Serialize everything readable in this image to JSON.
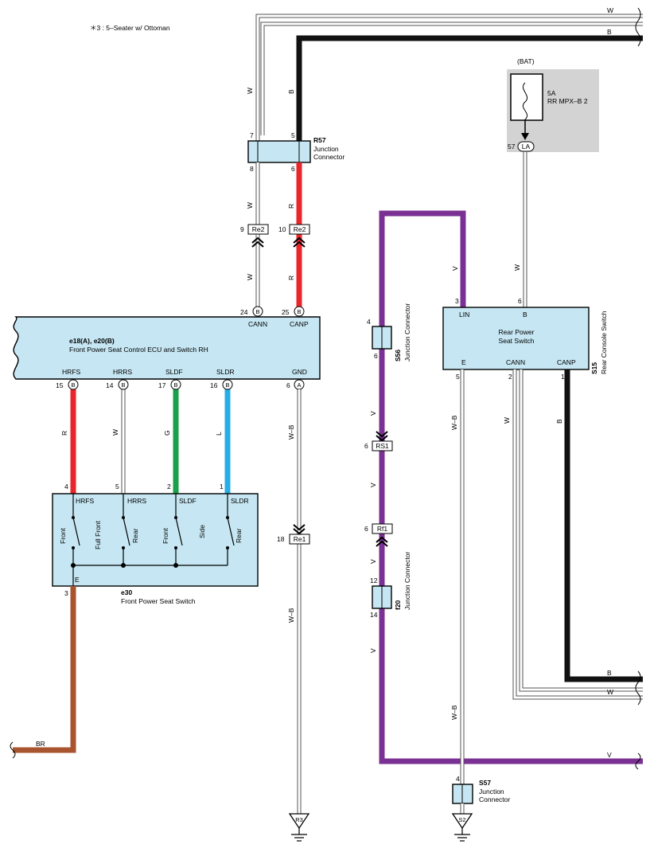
{
  "note": "＊3 : 5–Seater w/ Ottoman",
  "colors": {
    "black": "#111111",
    "red": "#e8262b",
    "green": "#19a04a",
    "blue": "#27aee6",
    "purple": "#7a3193",
    "brown": "#a8552f",
    "box_fill": "#c5e6f2",
    "fuse_bg": "#d3d3d3"
  },
  "wire_letters": {
    "w": "W",
    "b": "B",
    "r": "R",
    "g": "G",
    "l": "L",
    "v": "V",
    "wb": "W–B",
    "br": "BR"
  },
  "fuse": {
    "bat": "(BAT)",
    "rating": "5A",
    "name": "RR MPX–B 2",
    "pin": "57",
    "connector": "LA"
  },
  "r57": {
    "id": "R57",
    "name1": "Junction",
    "name2": "Connector",
    "pins": [
      "7",
      "5",
      "8",
      "6"
    ]
  },
  "re2": {
    "label": "Re2",
    "pins": [
      "9",
      "10"
    ]
  },
  "ecu": {
    "id": "e18(A), e20(B)",
    "name": "Front Power Seat Control ECU and Switch RH",
    "top_terms": [
      {
        "pin": "24",
        "conn": "B",
        "name": "CANN"
      },
      {
        "pin": "25",
        "conn": "B",
        "name": "CANP"
      }
    ],
    "bottom_terms": [
      {
        "pin": "15",
        "conn": "B",
        "name": "HRFS"
      },
      {
        "pin": "14",
        "conn": "B",
        "name": "HRRS"
      },
      {
        "pin": "17",
        "conn": "B",
        "name": "SLDF"
      },
      {
        "pin": "16",
        "conn": "B",
        "name": "SLDR"
      },
      {
        "pin": "6",
        "conn": "A",
        "name": "GND"
      }
    ]
  },
  "e30": {
    "id": "e30",
    "name": "Front Power Seat Switch",
    "terms": [
      {
        "pin": "4",
        "name": "HRFS"
      },
      {
        "pin": "5",
        "name": "HRRS"
      },
      {
        "pin": "2",
        "name": "SLDF"
      },
      {
        "pin": "1",
        "name": "SLDR"
      }
    ],
    "switch_labels": [
      "Front",
      "Full Front",
      "Rear",
      "Front",
      "Side",
      "Rear"
    ],
    "e_term": "E",
    "e_pin": "3"
  },
  "re1": {
    "label": "Re1",
    "pin": "18"
  },
  "r3": {
    "label": "R3"
  },
  "s56": {
    "id": "S56",
    "name": "Junction Connector",
    "pins": [
      "4",
      "6"
    ]
  },
  "rs1": {
    "label": "RS1",
    "pin": "6"
  },
  "rf1": {
    "label": "Rf1",
    "pin": "6"
  },
  "f20": {
    "id": "f20",
    "name": "Junction Connector",
    "pins": [
      "12",
      "14"
    ]
  },
  "s15": {
    "id": "S15",
    "name": "Rear Console Switch",
    "inner1": "Rear Power",
    "inner2": "Seat Switch",
    "top_terms": [
      {
        "pin": "3",
        "name": "LIN"
      },
      {
        "pin": "6",
        "name": "B"
      }
    ],
    "bottom_terms": [
      {
        "pin": "5",
        "name": "E"
      },
      {
        "pin": "2",
        "name": "CANN"
      },
      {
        "pin": "1",
        "name": "CANP"
      }
    ]
  },
  "s57": {
    "id": "S57",
    "name1": "Junction",
    "name2": "Connector",
    "pin": "4"
  },
  "s2": {
    "label": "S2"
  }
}
